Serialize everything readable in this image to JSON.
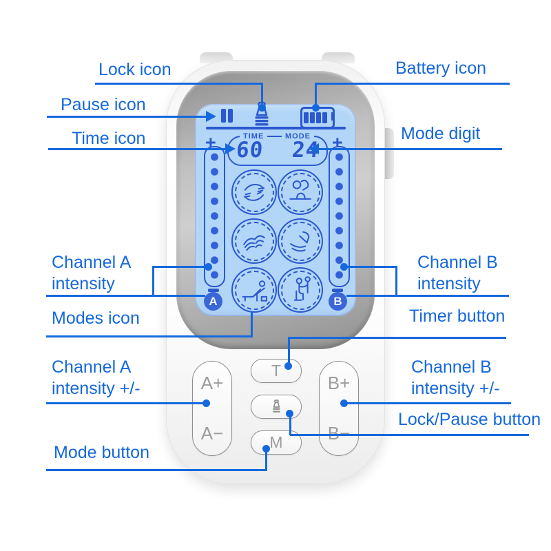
{
  "colors": {
    "callout_blue": "#1568dd",
    "lcd_blue": "#2b58cf",
    "screen_bg": "#b2d6f7",
    "channel_marker_fill": "#3b66d8",
    "button_text_gray": "#9c9c9c"
  },
  "callouts": {
    "lock_icon": "Lock icon",
    "pause_icon": "Pause icon",
    "time_icon": "Time icon",
    "battery_icon": "Battery icon",
    "mode_digit": "Mode digit",
    "channel_a_intensity": "Channel A\nintensity",
    "modes_icon": "Modes icon",
    "channel_a_intensity_pm": "Channel A\nintensity +/-",
    "mode_button": "Mode button",
    "channel_b_intensity": "Channel B\nintensity",
    "timer_button": "Timer button",
    "channel_b_intensity_pm": "Channel B\nintensity +/-",
    "lock_pause_button": "Lock/Pause button"
  },
  "screen": {
    "time_label": "TIME",
    "time_value": "60",
    "mode_label": "MODE",
    "mode_value": "24",
    "plus": "+",
    "minus": "−",
    "channel_a": "A",
    "channel_b": "B",
    "status_icons": [
      "pause-icon",
      "lock-icon",
      "battery-icon"
    ],
    "battery_bars": 4,
    "intensity_dots_per_channel": 9,
    "mode_icons": [
      "hands-massage",
      "neck-shoulder-massage",
      "kneading-massage",
      "scraping-massage",
      "recliner-massage",
      "chair-back-massage"
    ]
  },
  "buttons": {
    "channel_a_plus": "A+",
    "channel_a_minus": "A−",
    "channel_b_plus": "B+",
    "channel_b_minus": "B−",
    "timer": "T",
    "mode": "M",
    "lock_pause_icon": "lock-icon"
  }
}
